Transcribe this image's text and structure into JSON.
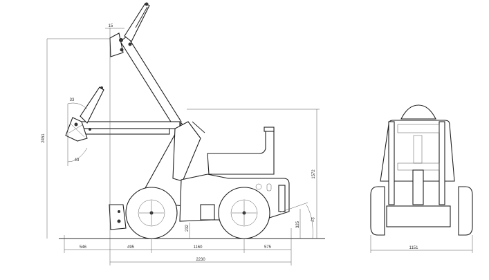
{
  "diagram": {
    "type": "technical-drawing",
    "subject": "compact wheel loader dimension drawing",
    "views": [
      "side-view",
      "rear-view"
    ],
    "units": "mm / degrees"
  },
  "side_view": {
    "horizontal_dims": {
      "front_overhang": "546",
      "bucket_to_front_axle": "495",
      "wheelbase": "1160",
      "rear_overhang": "575",
      "overall_length": "2230"
    },
    "vertical_dims": {
      "max_hinge_height": "2451",
      "overall_height": "1572",
      "ground_clearance": "232",
      "rear_bottom_height": "325"
    },
    "small_dims": {
      "bucket_offset": "15"
    },
    "angles": {
      "rollback_angle": "33",
      "dump_angle": "43",
      "departure_angle": "25"
    }
  },
  "rear_view": {
    "horizontal_dims": {
      "overall_width": "1151"
    }
  },
  "colors": {
    "line": "#2a2a2a",
    "dimension_line": "#555555",
    "background": "#ffffff"
  }
}
